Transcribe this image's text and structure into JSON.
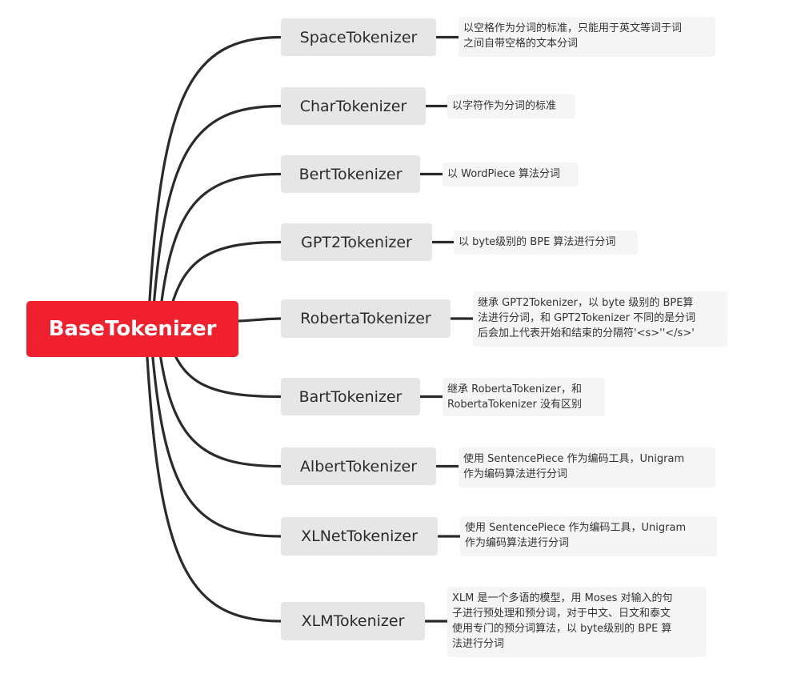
{
  "root": {
    "label": "BaseTokenizer"
  },
  "colors": {
    "root_bg": "#f0202f",
    "node_bg": "#e6e6e6",
    "note_bg": "#f5f5f5",
    "connector": "#2b2b2b"
  },
  "nodes": [
    {
      "label": "SpaceTokenizer",
      "note": "以空格作为分词的标准，只能用于英文等词于词\n之间自带空格的文本分词"
    },
    {
      "label": "CharTokenizer",
      "note": "以字符作为分词的标准"
    },
    {
      "label": "BertTokenizer",
      "note": "以 WordPiece 算法分词"
    },
    {
      "label": "GPT2Tokenizer",
      "note": "以 byte级别的 BPE 算法进行分词"
    },
    {
      "label": "RobertaTokenizer",
      "note": "继承 GPT2Tokenizer，以 byte 级别的 BPE算\n法进行分词，和 GPT2Tokenizer 不同的是分词\n后会加上代表开始和结束的分隔符'<s>''</s>'"
    },
    {
      "label": "BartTokenizer",
      "note": "继承 RobertaTokenizer，和\nRobertaTokenizer 没有区别"
    },
    {
      "label": "AlbertTokenizer",
      "note": "使用 SentencePiece 作为编码工具，Unigram\n作为编码算法进行分词"
    },
    {
      "label": "XLNetTokenizer",
      "note": "使用 SentencePiece 作为编码工具，Unigram\n作为编码算法进行分词"
    },
    {
      "label": "XLMTokenizer",
      "note": "XLM 是一个多语的模型，用 Moses 对输入的句\n子进行预处理和预分词，对于中文、日文和泰文\n使用专门的预分词算法，以 byte级别的 BPE 算\n法进行分词"
    }
  ]
}
